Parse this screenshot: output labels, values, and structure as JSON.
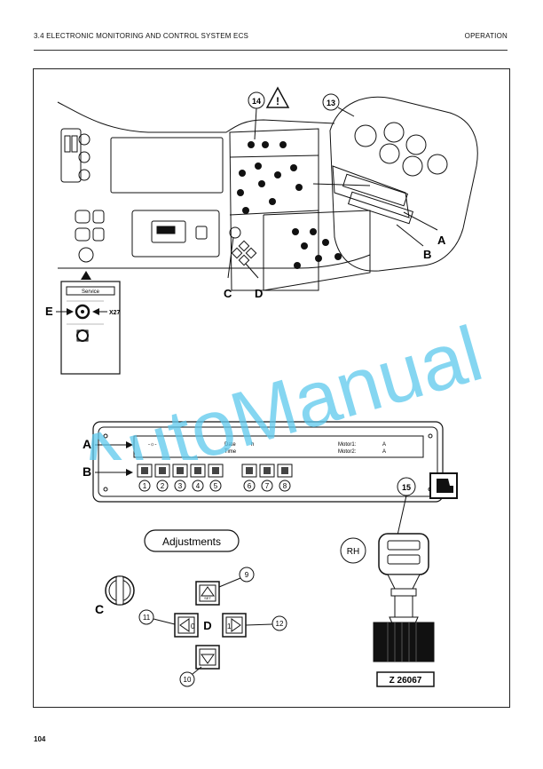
{
  "header": {
    "section_title": "3.4 ELECTRONIC MONITORING AND CONTROL SYSTEM ECS",
    "chapter": "OPERATION"
  },
  "figure": {
    "callouts": {
      "warning_ref": "14",
      "dash_ref": "13",
      "display_ref": "A",
      "keys_ref": "B",
      "switch_ref": "C",
      "keypad_ref": "D",
      "socket_ref": "E",
      "socket_name": "X27",
      "service_plate": "Service"
    },
    "panel": {
      "date_label": "Date",
      "time_label": "Time",
      "motor1_label": "Motor1:",
      "motor2_label": "Motor2:",
      "motor1_value": "A",
      "motor2_value": "A",
      "keys": [
        "1",
        "2",
        "3",
        "4",
        "5",
        "6",
        "7",
        "8"
      ]
    },
    "adjustments": {
      "title": "Adjustments",
      "label_c": "C",
      "label_d": "D",
      "key_up_ref": "9",
      "key_down_ref": "10",
      "key_left_ref": "11",
      "key_right_ref": "12",
      "key_up_text": "SET",
      "key_left_text": "0",
      "key_right_text": "1"
    },
    "joystick": {
      "ref": "15",
      "side": "RH",
      "code": "Z 26067"
    }
  },
  "watermark": "AutoManual",
  "footer": {
    "page_number": "104"
  },
  "colors": {
    "watermark": "#5cc8ec",
    "ink": "#111111"
  }
}
